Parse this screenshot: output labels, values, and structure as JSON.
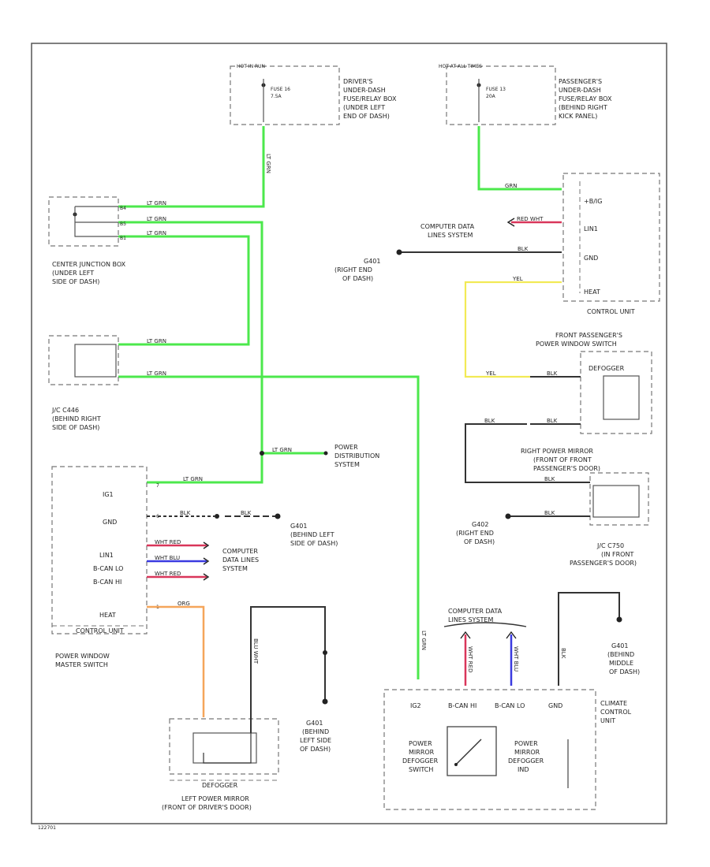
{
  "power_sources": {
    "hot_in_run": "HOT IN RUN",
    "fuse_16": [
      "FUSE 16",
      "7.5A"
    ],
    "driver_box": [
      "DRIVER'S",
      "UNDER-DASH",
      "FUSE/RELAY BOX",
      "(UNDER LEFT",
      "END OF DASH)"
    ],
    "hot_at_all_times": "HOT AT ALL TIMES",
    "fuse_13": [
      "FUSE 13",
      "20A"
    ],
    "passenger_box": [
      "PASSENGER'S",
      "UNDER-DASH",
      "FUSE/RELAY BOX",
      "(BEHIND RIGHT",
      "KICK PANEL)"
    ]
  },
  "center_junction": {
    "label": [
      "CENTER JUNCTION BOX",
      "(UNDER LEFT",
      "SIDE OF DASH)"
    ],
    "pins": [
      "B4",
      "B5",
      "B1"
    ]
  },
  "jc_c446": {
    "label": [
      "J/C C446",
      "(BEHIND RIGHT",
      "SIDE OF DASH)"
    ]
  },
  "power_distribution": [
    "POWER",
    "DISTRIBUTION",
    "SYSTEM"
  ],
  "master_switch": {
    "pins": [
      "IG1",
      "GND",
      "LIN1",
      "B-CAN LO",
      "B-CAN HI",
      "HEAT"
    ],
    "pin_nums": [
      "7",
      "6",
      "",
      "",
      "",
      "1"
    ],
    "control_unit": "CONTROL UNIT",
    "label": [
      "POWER WINDOW",
      "MASTER SWITCH"
    ]
  },
  "gnd_left": [
    "G401",
    "(BEHIND LEFT",
    "SIDE OF DASH)"
  ],
  "computer_data_left": [
    "COMPUTER",
    "DATA LINES",
    "SYSTEM"
  ],
  "pass_control_unit": {
    "pins": [
      "+B/IG",
      "LIN1",
      "GND",
      "HEAT"
    ],
    "label": "CONTROL UNIT"
  },
  "computer_data_right": [
    "COMPUTER DATA",
    "LINES SYSTEM"
  ],
  "gnd_right_top": [
    "G401",
    "(RIGHT END",
    "OF DASH)"
  ],
  "pass_window_switch": [
    "FRONT PASSENGER'S",
    "POWER WINDOW SWITCH"
  ],
  "defogger": "DEFOGGER",
  "right_mirror": [
    "RIGHT POWER MIRROR",
    "(FRONT OF FRONT",
    "PASSENGER'S DOOR)"
  ],
  "gnd_right_mid": [
    "G402",
    "(RIGHT END",
    "OF DASH)"
  ],
  "jc_c750": [
    "J/C C750",
    "(IN FRONT",
    "PASSENGER'S DOOR)"
  ],
  "left_mirror": [
    "LEFT POWER MIRROR",
    "(FRONT OF DRIVER'S DOOR)"
  ],
  "gnd_left_bottom": [
    "G401",
    "(BEHIND",
    "LEFT SIDE",
    "OF DASH)"
  ],
  "computer_data_bottom": [
    "COMPUTER DATA",
    "LINES SYSTEM"
  ],
  "climate_unit": {
    "label": [
      "CLIMATE",
      "CONTROL",
      "UNIT"
    ],
    "pins": [
      "IG2",
      "B-CAN HI",
      "B-CAN LO",
      "GND"
    ],
    "switch_label": [
      "POWER",
      "MIRROR",
      "DEFOGGER",
      "SWITCH"
    ],
    "ind_label": [
      "POWER",
      "MIRROR",
      "DEFOGGER",
      "IND"
    ]
  },
  "gnd_middle": [
    "G401",
    "(BEHIND",
    "MIDDLE",
    "OF DASH)"
  ],
  "wire_labels": {
    "lt_grn": "LT GRN",
    "grn": "GRN",
    "blk": "BLK",
    "red_wht": "RED WHT",
    "yel": "YEL",
    "wht_red": "WHT RED",
    "wht_blu": "WHT BLU",
    "org": "ORG",
    "blu_wht": "BLU WHT"
  },
  "footer_code": "122701",
  "colors": {
    "lt_grn": "#4ce84c",
    "yel": "#f2ea55",
    "org": "#f5a55a",
    "red": "#d9365a",
    "blu": "#3a3ae0",
    "blk": "#333333"
  }
}
